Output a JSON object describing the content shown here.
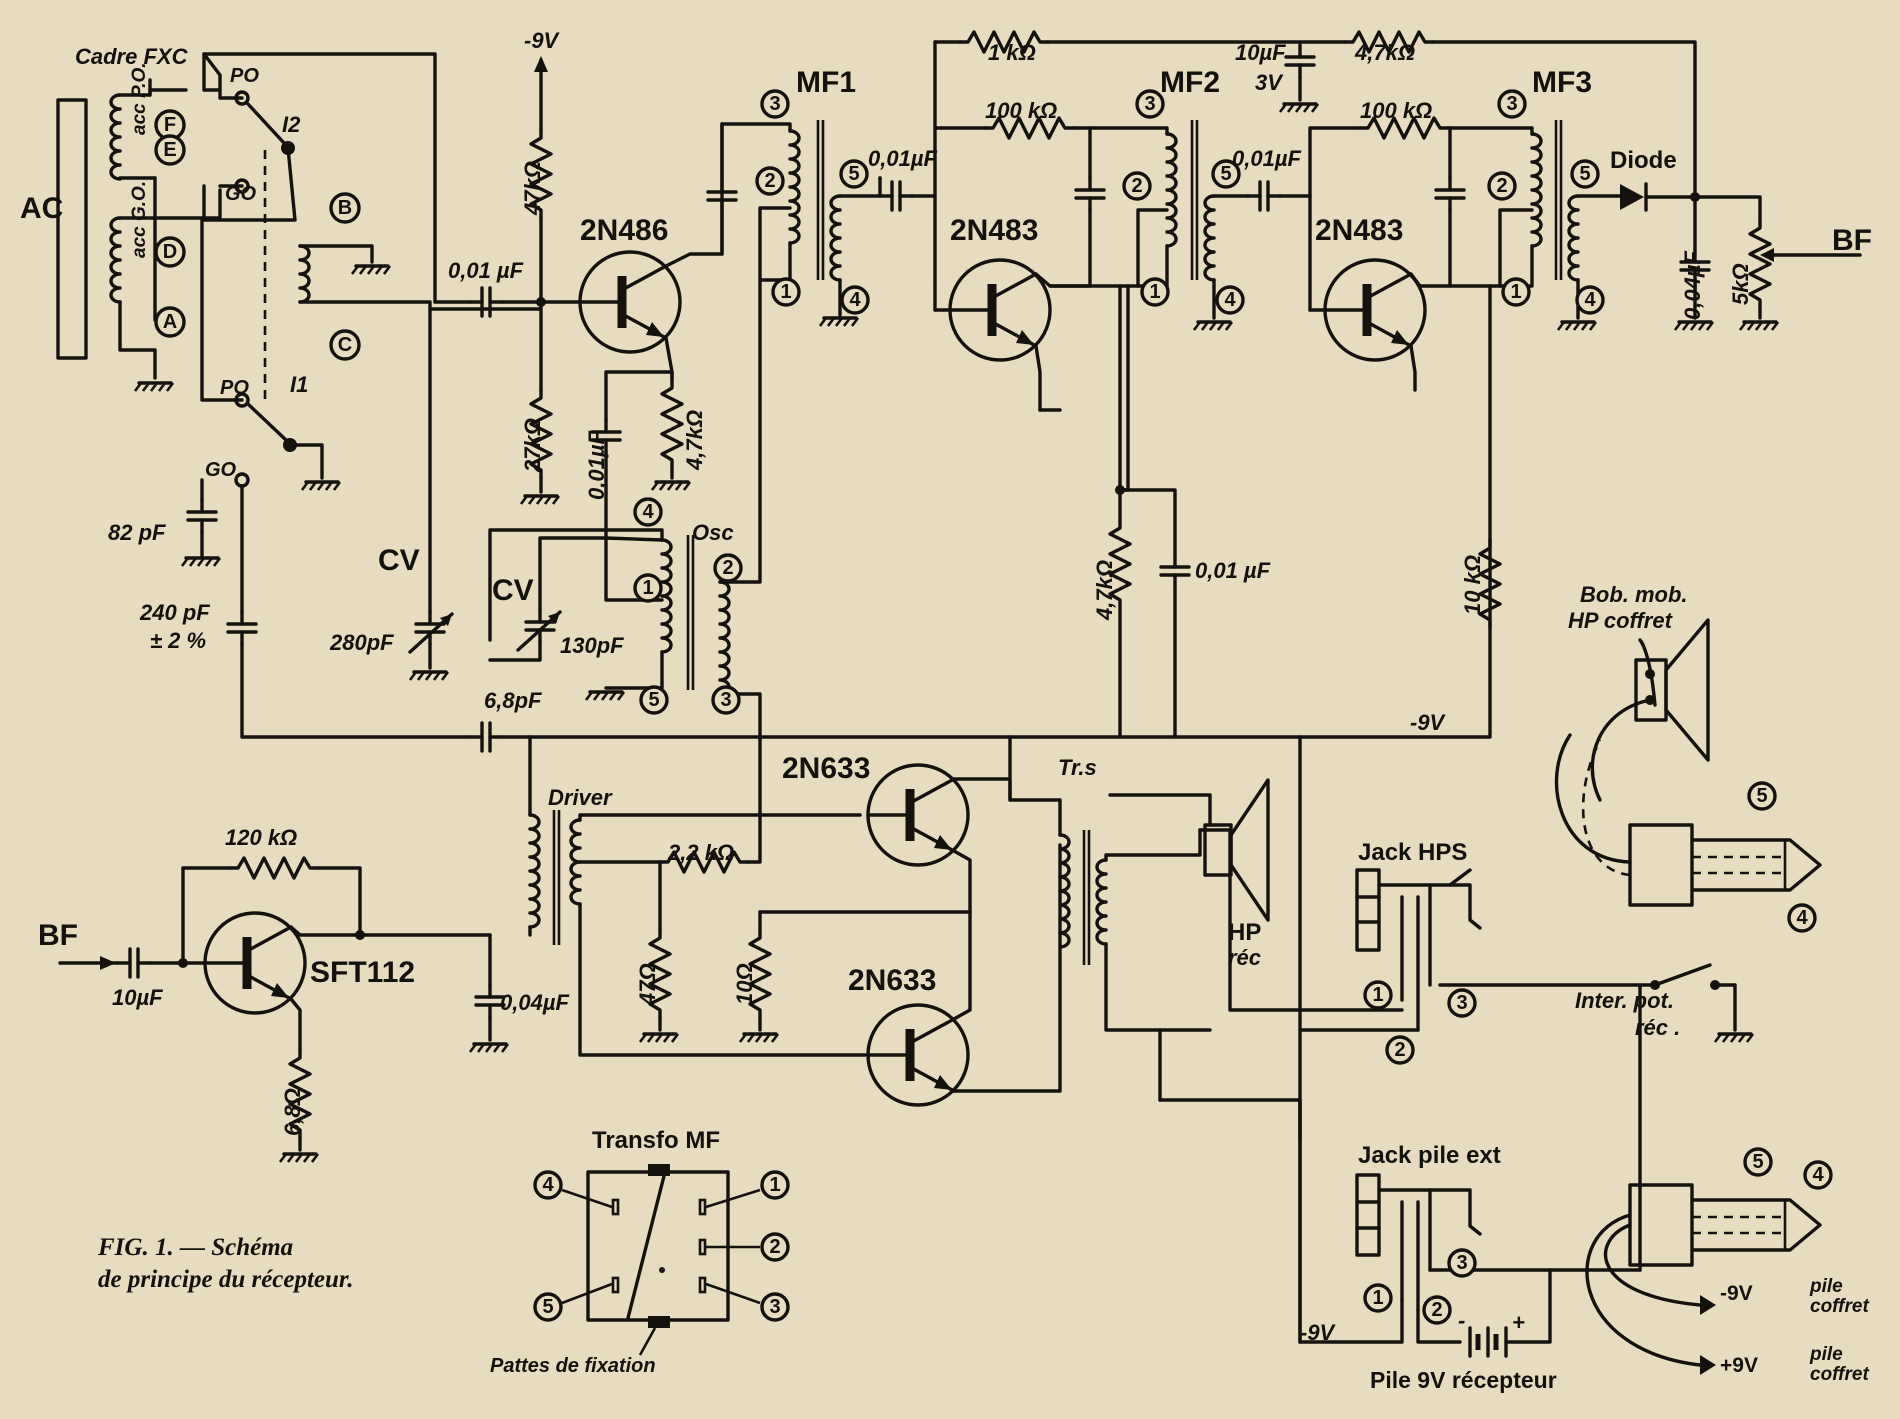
{
  "caption": {
    "line1": "FIG. 1. — Schéma",
    "line2": "de principe du récepteur."
  },
  "labels": {
    "cadre": "Cadre FXC",
    "ac": "AC",
    "po1": "PO",
    "go1": "GO",
    "s2": "I2",
    "po2": "PO",
    "go2": "GO",
    "i1": "I1",
    "acc_go": "acc G.O.",
    "acc_po": "acc P.O.",
    "minus9v_top": "-9V",
    "c001_a": "0,01 µF",
    "r47k": "47kΩ",
    "r27k": "27kΩ",
    "t_2n486": "2N486",
    "c001_e": "0,01µF",
    "r4k7_e": "4,7kΩ",
    "osc": "Osc",
    "c82pf": "82 pF",
    "c240pf": "240 pF",
    "c240pf_tol": "± 2 %",
    "cv1": "CV",
    "c280pf": "280pF",
    "cv2": "CV",
    "c130pf": "130pF",
    "c68pf": "6,8pF",
    "mf1": "MF1",
    "c001_mf1": "0,01µF",
    "r1k": "1 kΩ",
    "r100k_1": "100 kΩ",
    "mf2": "MF2",
    "t_2n483_1": "2N483",
    "c001_mf2": "0,01µF",
    "c10uf": "10µF",
    "v3": "3V",
    "r4k7_top": "4,7kΩ",
    "r100k_2": "100 kΩ",
    "mf3": "MF3",
    "t_2n483_2": "2N483",
    "diode": "Diode",
    "c004_det": "0,04µF",
    "r5k": "5kΩ",
    "bf_out": "BF",
    "r4k7_mf2": "4,7kΩ",
    "c001_mf2e": "0,01 µF",
    "r10k": "10 kΩ",
    "minus9v_bus": "-9V",
    "bf_in": "BF",
    "c10uf_in": "10µF",
    "r120k": "120 kΩ",
    "t_sft112": "SFT112",
    "r6_8": "6,8Ω",
    "c004_in": "0,04µF",
    "driver": "Driver",
    "r2k2": "2,2 kΩ",
    "r47": "47Ω",
    "r10": "10Ω",
    "t_2n633_1": "2N633",
    "t_2n633_2": "2N633",
    "trs": "Tr.s",
    "hp": "HP",
    "rec": "réc",
    "jack_hps": "Jack HPS",
    "inter": "Inter. pot.",
    "inter_rec": "réc .",
    "jack_pile": "Jack pile ext",
    "minus9v_bot": "-9V",
    "minus": "-",
    "plus": "+",
    "pile": "Pile 9V récepteur",
    "bob_mob": "Bob. mob.",
    "hp_coffret": "HP coffret",
    "m9v_coffret": "-9V",
    "p9v_coffret": "+9V",
    "pile_word": "pile",
    "coffret_word": "coffret",
    "transfo_mf": "Transfo MF",
    "pattes": "Pattes de fixation"
  },
  "nodes": {
    "a": "A",
    "b": "B",
    "c": "C",
    "d": "D",
    "e": "E",
    "f": "F"
  },
  "pins": {
    "p1": "1",
    "p2": "2",
    "p3": "3",
    "p4": "4",
    "p5": "5"
  }
}
